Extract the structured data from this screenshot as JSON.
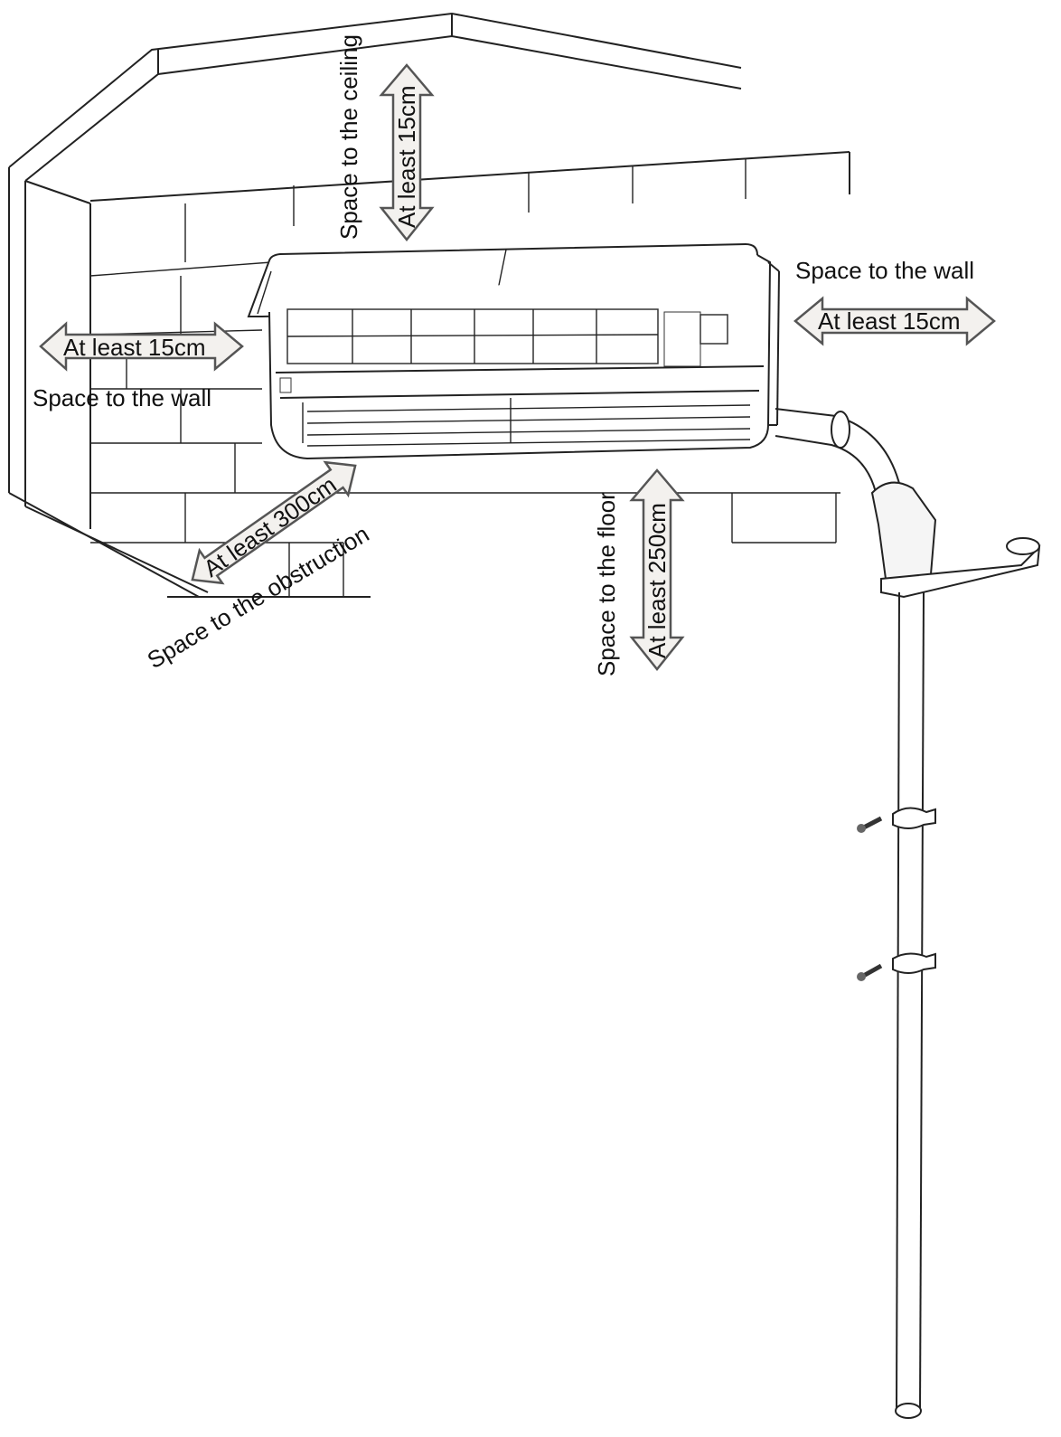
{
  "labels": {
    "ceiling_space": "Space to the ceiling",
    "ceiling_min": "At least 15cm",
    "right_wall_space": "Space to the wall",
    "right_wall_min": "At least 15cm",
    "left_wall_space": "Space to the wall",
    "left_wall_min": "At least 15cm",
    "obstruction_space": "Space to the obstruction",
    "obstruction_min": "At least 300cm",
    "floor_space": "Space to the floor",
    "floor_min": "At least 250cm"
  }
}
